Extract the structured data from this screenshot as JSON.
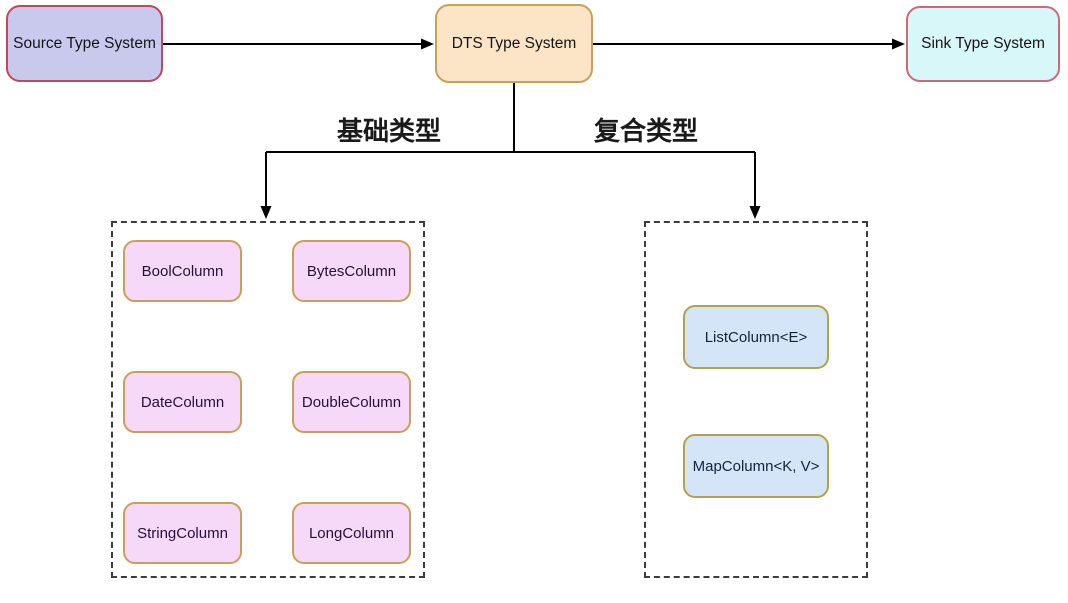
{
  "diagram": {
    "top_nodes": {
      "source": "Source Type System",
      "dts": "DTS Type System",
      "sink": "Sink Type System"
    },
    "branch_labels": {
      "basic": "基础类型",
      "composite": "复合类型"
    },
    "basic_types": [
      "BoolColumn",
      "BytesColumn",
      "DateColumn",
      "DoubleColumn",
      "StringColumn",
      "LongColumn"
    ],
    "composite_types": [
      "ListColumn<E>",
      "MapColumn<K, V>"
    ],
    "colors": {
      "source_fill": "#c9c9ee",
      "source_border": "#c0485c",
      "dts_fill": "#fbe5c6",
      "dts_border": "#c9a05a",
      "sink_fill": "#d8f7f8",
      "sink_border": "#cc6b77",
      "basic_type_fill": "#f6d9f8",
      "basic_type_border": "#c9a05a",
      "composite_type_fill": "#d4e5f7",
      "composite_type_border": "#b1a34e",
      "connector": "#000000"
    }
  }
}
